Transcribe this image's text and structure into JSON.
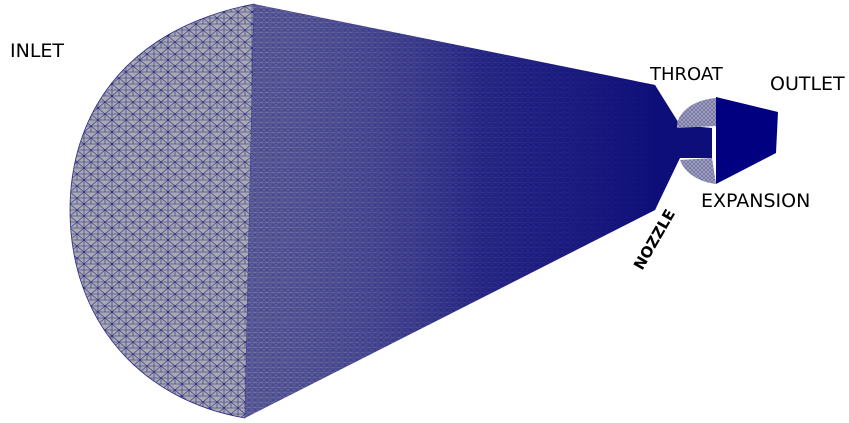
{
  "labels": {
    "inlet": "INLET",
    "throat": "THROAT",
    "outlet": "OUTLET",
    "expansion": "EXPANSION",
    "nozzle": "NOZZLE"
  },
  "colors": {
    "background": "#ffffff",
    "mesh_surface": "#a8a8b0",
    "mesh_edges": "#1c1c7e",
    "dense_mesh": "#101078",
    "label_text": "#000000"
  }
}
